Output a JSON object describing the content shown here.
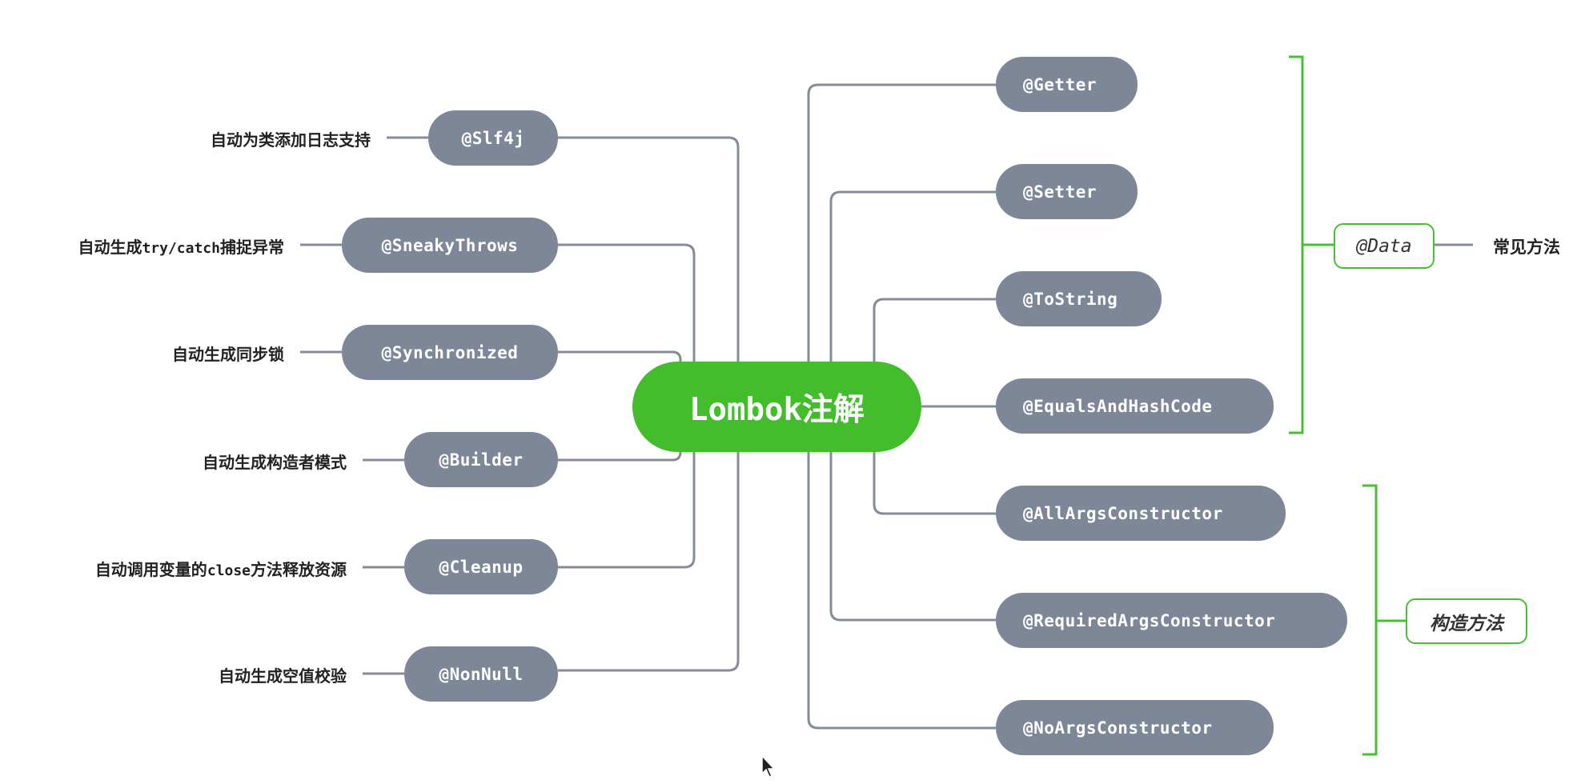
{
  "center": {
    "label": "Lombok注解"
  },
  "left_nodes": [
    {
      "label": "@Slf4j",
      "desc": "自动为类添加日志支持"
    },
    {
      "label": "@SneakyThrows",
      "desc_parts": [
        "自动生成",
        "try/catch",
        "捕捉异常"
      ]
    },
    {
      "label": "@Synchronized",
      "desc": "自动生成同步锁"
    },
    {
      "label": "@Builder",
      "desc": "自动生成构造者模式"
    },
    {
      "label": "@Cleanup",
      "desc_parts": [
        "自动调用变量的",
        "close",
        "方法释放资源"
      ]
    },
    {
      "label": "@NonNull",
      "desc": "自动生成空值校验"
    }
  ],
  "right_nodes": [
    {
      "label": "@Getter"
    },
    {
      "label": "@Setter"
    },
    {
      "label": "@ToString"
    },
    {
      "label": "@EqualsAndHashCode"
    },
    {
      "label": "@AllArgsConstructor"
    },
    {
      "label": "@RequiredArgsConstructor"
    },
    {
      "label": "@NoArgsConstructor"
    }
  ],
  "groups": {
    "data": {
      "label": "@Data",
      "note": "常见方法"
    },
    "constructors": {
      "label": "构造方法"
    }
  },
  "colors": {
    "node_fill": "#7e8798",
    "center_fill": "#43bd2c",
    "connector": "#848b99",
    "bracket": "#49bd34"
  }
}
